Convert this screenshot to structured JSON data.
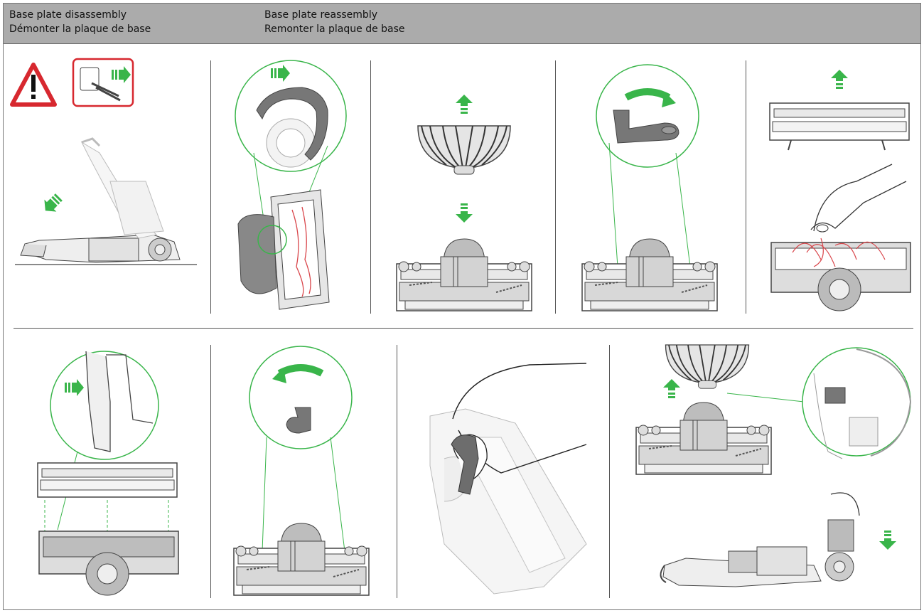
{
  "header": {
    "left_en": "Base plate disassembly",
    "left_fr": "Démonter la plaque de base",
    "right_en": "Base plate reassembly",
    "right_fr": "Remonter la plaque de base"
  },
  "colors": {
    "accent_green": "#39b54a",
    "warning_red": "#d7282f",
    "header_bg": "#ababab",
    "part_gray": "#8a8a8a",
    "brush_red": "#d9454a"
  },
  "icons": [
    "warning-icon",
    "unplug-icon",
    "arrow-right-icon",
    "arrow-up-icon",
    "arrow-down-icon",
    "rotate-icon"
  ]
}
